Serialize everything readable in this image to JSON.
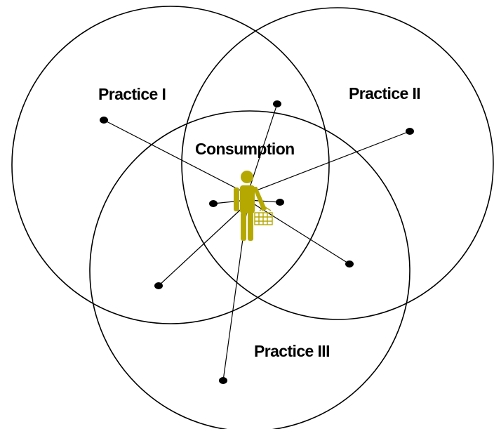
{
  "diagram": {
    "labels": {
      "practice_1": "Practice I",
      "practice_2": "Practice II",
      "practice_3": "Practice III",
      "center": "Consumption"
    },
    "colors": {
      "figure": "#b5a800",
      "lines": "#000000",
      "background": "#ffffff"
    },
    "icons": {
      "center_figure": "shopper-with-basket-icon"
    }
  }
}
